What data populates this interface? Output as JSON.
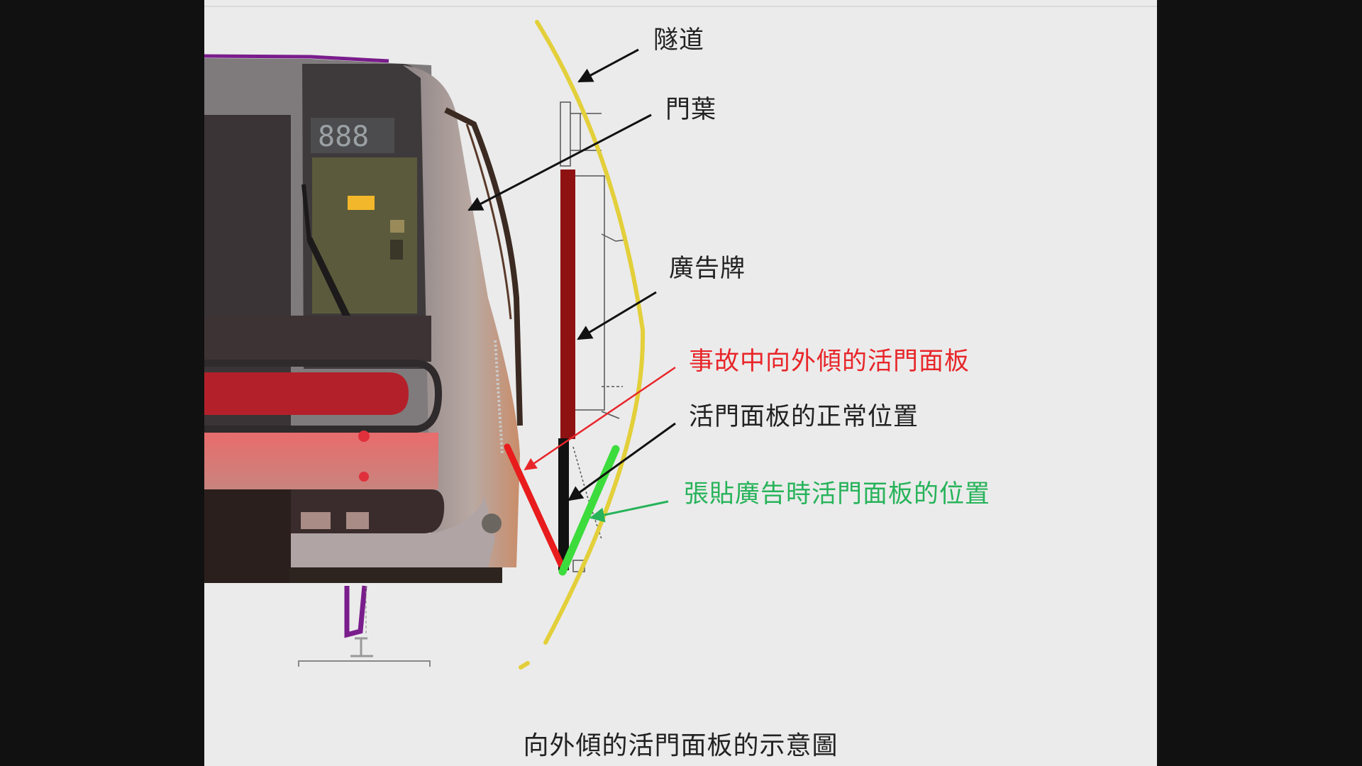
{
  "diagram": {
    "caption": "向外傾的活門面板的示意圖",
    "labels": {
      "tunnel": "隧道",
      "door_leaf": "門葉",
      "billboard": "廣告牌",
      "panel_accident": "事故中向外傾的活門面板",
      "panel_normal": "活門面板的正常位置",
      "panel_advert": "張貼廣告時活門面板的位置"
    },
    "train": {
      "display_digits": "888"
    },
    "colors": {
      "background": "#ebebeb",
      "frame": "#111111",
      "tunnel": "#e3cf3a",
      "billboard": "#8f1212",
      "panel_accident": "#e81c1c",
      "panel_normal": "#111111",
      "panel_advert": "#3ddc3d",
      "label_default": "#222222",
      "label_accident": "#e8262a",
      "label_advert": "#27b35a",
      "train_red": "#b3202a",
      "rail_purple": "#7a1d8c"
    }
  }
}
